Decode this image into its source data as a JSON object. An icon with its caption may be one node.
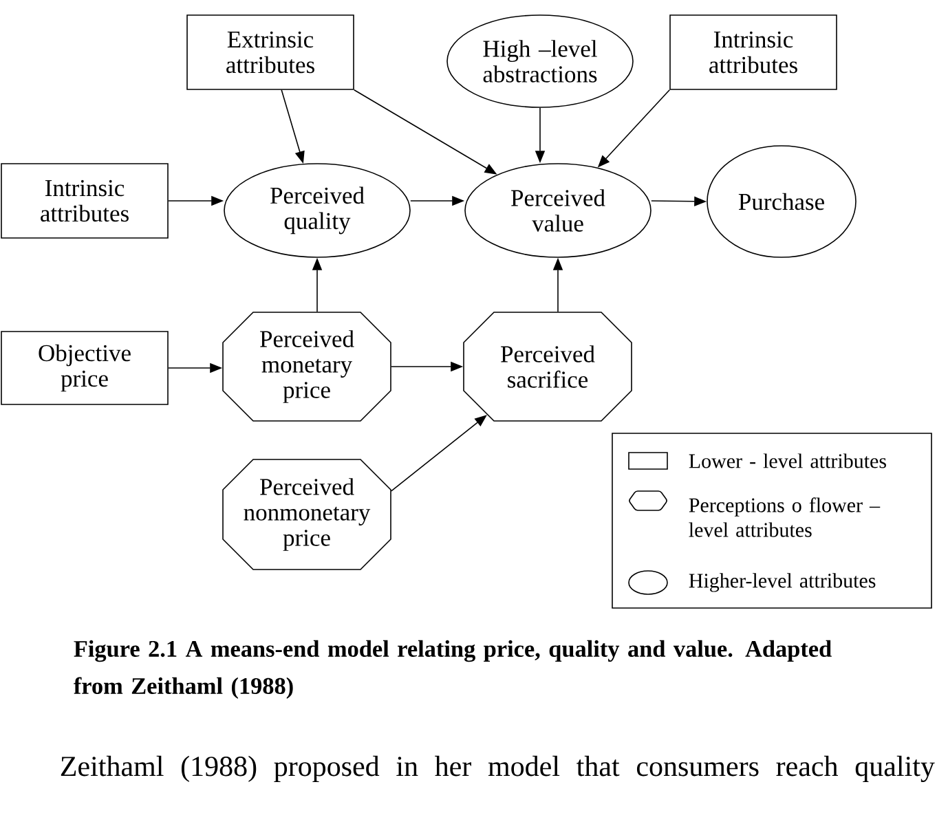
{
  "diagram": {
    "caption": "Figure 2.1 A means-end model relating price, quality and value. Adapted from Zeithaml (1988)",
    "nodes": [
      {
        "text": [
          "Extrinsic attributes"
        ]
      },
      {
        "text": [
          "High –level abstractions"
        ]
      },
      {
        "text": [
          "Intrinsic attributes"
        ]
      },
      {
        "text": [
          "Intrinsic attributes"
        ]
      },
      {
        "text": [
          "Perceived quality"
        ]
      },
      {
        "text": [
          "Perceived value"
        ]
      },
      {
        "text": [
          "Purchase"
        ]
      },
      {
        "text": [
          "Objective price"
        ]
      },
      {
        "text": [
          "Perceived monetary price"
        ]
      },
      {
        "text": [
          "Perceived sacrifice"
        ]
      },
      {
        "text": [
          "Perceived nonmonetary price"
        ]
      }
    ],
    "edges": [
      {
        "from": 0,
        "to": 4,
        "arrow": "to"
      },
      {
        "from": 0,
        "to": 5,
        "arrow": "to"
      },
      {
        "from": 1,
        "to": 5,
        "arrow": "to"
      },
      {
        "from": 2,
        "to": 5,
        "arrow": "to"
      },
      {
        "from": 3,
        "to": 4,
        "arrow": "to"
      },
      {
        "from": 4,
        "to": 5,
        "arrow": "to"
      },
      {
        "from": 5,
        "to": 6,
        "arrow": "to"
      },
      {
        "from": 8,
        "to": 4,
        "arrow": "to"
      },
      {
        "from": 9,
        "to": 5,
        "arrow": "to"
      },
      {
        "from": 7,
        "to": 8,
        "arrow": "to"
      },
      {
        "from": 8,
        "to": 9,
        "arrow": "to"
      },
      {
        "from": 10,
        "to": 9,
        "arrow": "to"
      }
    ],
    "labels": [
      "Zeithaml (1988) proposed in her model that consumers reach quality"
    ],
    "legend": [
      {
        "text": "Lower - level attributes"
      },
      {
        "text": "Perceptions o flower – level attributes"
      },
      {
        "text": "Higher-level attributes"
      }
    ]
  }
}
